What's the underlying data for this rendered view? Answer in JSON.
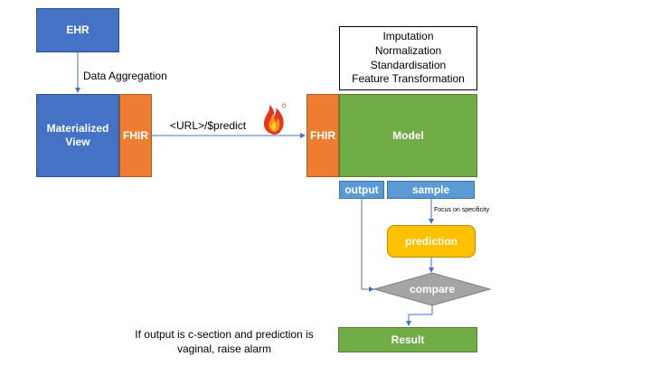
{
  "nodes": {
    "ehr": "EHR",
    "materialized_view": "Materialized View",
    "fhir_left": "FHIR",
    "fhir_right": "FHIR",
    "model": "Model",
    "output": "output",
    "sample": "sample",
    "prediction": "prediction",
    "compare": "compare",
    "result": "Result"
  },
  "preprocessing": [
    "Imputation",
    "Normalization",
    "Standardisation",
    "Feature Transformation"
  ],
  "edges": {
    "data_aggregation": "Data Aggregation",
    "url_predict": "<URL>/$predict",
    "focus": "Focus on specificity"
  },
  "note": "If output is c-section and prediction is vaginal, raise alarm",
  "icons": {
    "fhir_logo": "fhir-flame-icon"
  },
  "colors": {
    "blue": "#4472c4",
    "orange": "#ed7d31",
    "green": "#70ad47",
    "light_blue": "#5b9bd5",
    "gold": "#ffc000",
    "gray": "#a5a5a5",
    "arrow": "#4472c4"
  }
}
